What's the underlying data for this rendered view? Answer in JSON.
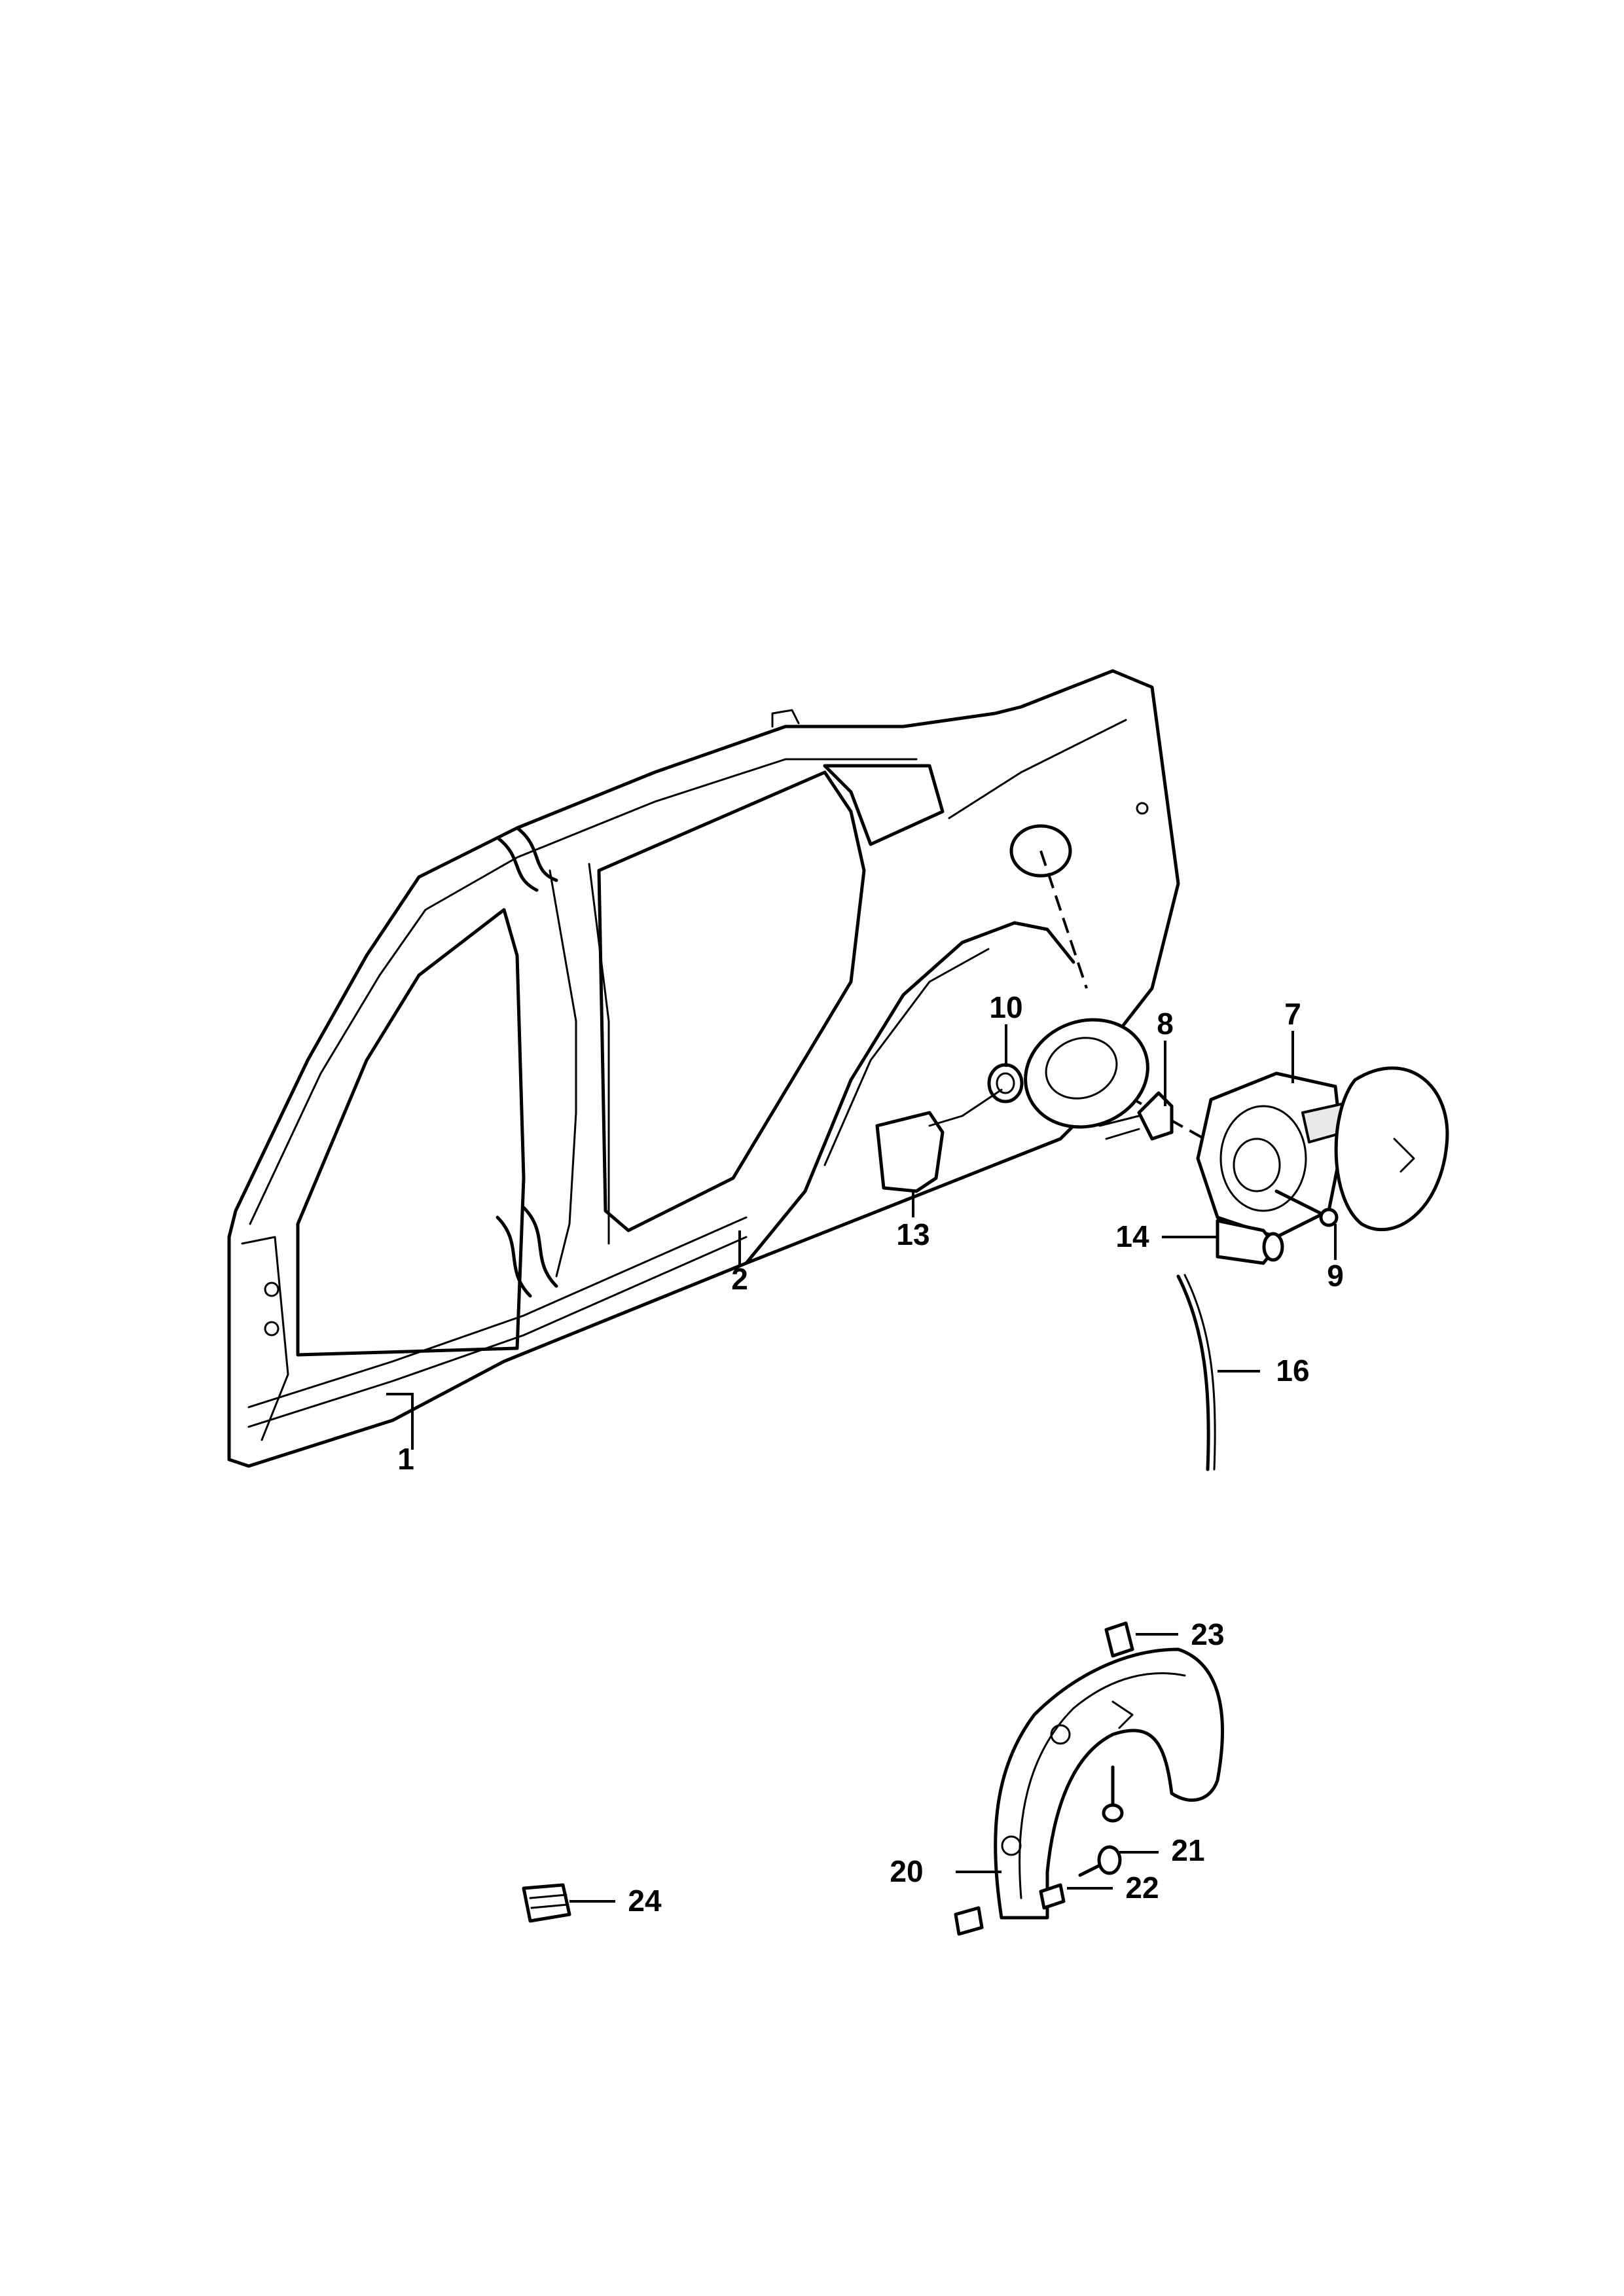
{
  "diagram": {
    "callouts": [
      {
        "id": "1",
        "label": "1"
      },
      {
        "id": "2",
        "label": "2"
      },
      {
        "id": "7",
        "label": "7"
      },
      {
        "id": "8",
        "label": "8"
      },
      {
        "id": "9",
        "label": "9"
      },
      {
        "id": "10",
        "label": "10"
      },
      {
        "id": "13",
        "label": "13"
      },
      {
        "id": "14",
        "label": "14"
      },
      {
        "id": "16",
        "label": "16"
      },
      {
        "id": "20",
        "label": "20"
      },
      {
        "id": "21",
        "label": "21"
      },
      {
        "id": "22",
        "label": "22"
      },
      {
        "id": "23",
        "label": "23"
      },
      {
        "id": "24",
        "label": "24"
      }
    ]
  }
}
